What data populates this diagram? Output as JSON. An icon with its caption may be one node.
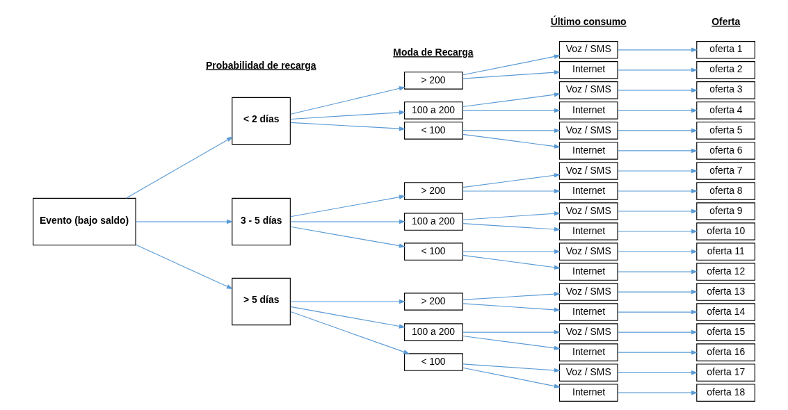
{
  "diagram": {
    "nodes": [
      {
        "text": [
          "Evento (bajo saldo)"
        ]
      },
      {
        "text": [
          "< 2 días"
        ]
      },
      {
        "text": [
          "3 - 5 días"
        ]
      },
      {
        "text": [
          "> 5 días"
        ]
      },
      {
        "text": [
          "> 200"
        ]
      },
      {
        "text": [
          "100 a 200"
        ]
      },
      {
        "text": [
          "< 100"
        ]
      },
      {
        "text": [
          "> 200"
        ]
      },
      {
        "text": [
          "100 a 200"
        ]
      },
      {
        "text": [
          "< 100"
        ]
      },
      {
        "text": [
          "> 200"
        ]
      },
      {
        "text": [
          "100 a 200"
        ]
      },
      {
        "text": [
          "< 100"
        ]
      },
      {
        "text": [
          "Voz / SMS"
        ]
      },
      {
        "text": [
          "Internet"
        ]
      },
      {
        "text": [
          "Voz / SMS"
        ]
      },
      {
        "text": [
          "Internet"
        ]
      },
      {
        "text": [
          "Voz / SMS"
        ]
      },
      {
        "text": [
          "Internet"
        ]
      },
      {
        "text": [
          "Voz / SMS"
        ]
      },
      {
        "text": [
          "Internet"
        ]
      },
      {
        "text": [
          "Voz / SMS"
        ]
      },
      {
        "text": [
          "Internet"
        ]
      },
      {
        "text": [
          "Voz / SMS"
        ]
      },
      {
        "text": [
          "Internet"
        ]
      },
      {
        "text": [
          "Voz / SMS"
        ]
      },
      {
        "text": [
          "Internet"
        ]
      },
      {
        "text": [
          "Voz / SMS"
        ]
      },
      {
        "text": [
          "Internet"
        ]
      },
      {
        "text": [
          "Voz / SMS"
        ]
      },
      {
        "text": [
          "Internet"
        ]
      },
      {
        "text": [
          "oferta 1"
        ]
      },
      {
        "text": [
          "oferta 2"
        ]
      },
      {
        "text": [
          "oferta 3"
        ]
      },
      {
        "text": [
          "oferta 4"
        ]
      },
      {
        "text": [
          "oferta 5"
        ]
      },
      {
        "text": [
          "oferta 6"
        ]
      },
      {
        "text": [
          "oferta 7"
        ]
      },
      {
        "text": [
          "oferta 8"
        ]
      },
      {
        "text": [
          "oferta 9"
        ]
      },
      {
        "text": [
          "oferta 10"
        ]
      },
      {
        "text": [
          "oferta 11"
        ]
      },
      {
        "text": [
          "oferta 12"
        ]
      },
      {
        "text": [
          "oferta 13"
        ]
      },
      {
        "text": [
          "oferta 14"
        ]
      },
      {
        "text": [
          "oferta 15"
        ]
      },
      {
        "text": [
          "oferta 16"
        ]
      },
      {
        "text": [
          "oferta 17"
        ]
      },
      {
        "text": [
          "oferta 18"
        ]
      }
    ],
    "edges": [
      {
        "from": 0,
        "to": 1,
        "arrow": "to"
      },
      {
        "from": 0,
        "to": 2,
        "arrow": "to"
      },
      {
        "from": 0,
        "to": 3,
        "arrow": "to"
      },
      {
        "from": 1,
        "to": 4,
        "arrow": "to"
      },
      {
        "from": 1,
        "to": 5,
        "arrow": "to"
      },
      {
        "from": 1,
        "to": 6,
        "arrow": "to"
      },
      {
        "from": 2,
        "to": 7,
        "arrow": "to"
      },
      {
        "from": 2,
        "to": 8,
        "arrow": "to"
      },
      {
        "from": 2,
        "to": 9,
        "arrow": "to"
      },
      {
        "from": 3,
        "to": 10,
        "arrow": "to"
      },
      {
        "from": 3,
        "to": 11,
        "arrow": "to"
      },
      {
        "from": 3,
        "to": 12,
        "arrow": "to"
      },
      {
        "from": 4,
        "to": 13,
        "arrow": "to"
      },
      {
        "from": 4,
        "to": 14,
        "arrow": "to"
      },
      {
        "from": 5,
        "to": 15,
        "arrow": "to"
      },
      {
        "from": 5,
        "to": 16,
        "arrow": "to"
      },
      {
        "from": 6,
        "to": 17,
        "arrow": "to"
      },
      {
        "from": 6,
        "to": 18,
        "arrow": "to"
      },
      {
        "from": 7,
        "to": 19,
        "arrow": "to"
      },
      {
        "from": 7,
        "to": 20,
        "arrow": "to"
      },
      {
        "from": 8,
        "to": 21,
        "arrow": "to"
      },
      {
        "from": 8,
        "to": 22,
        "arrow": "to"
      },
      {
        "from": 9,
        "to": 23,
        "arrow": "to"
      },
      {
        "from": 9,
        "to": 24,
        "arrow": "to"
      },
      {
        "from": 10,
        "to": 25,
        "arrow": "to"
      },
      {
        "from": 10,
        "to": 26,
        "arrow": "to"
      },
      {
        "from": 11,
        "to": 27,
        "arrow": "to"
      },
      {
        "from": 11,
        "to": 28,
        "arrow": "to"
      },
      {
        "from": 12,
        "to": 29,
        "arrow": "to"
      },
      {
        "from": 12,
        "to": 30,
        "arrow": "to"
      },
      {
        "from": 13,
        "to": 31,
        "arrow": "to"
      },
      {
        "from": 14,
        "to": 32,
        "arrow": "to"
      },
      {
        "from": 15,
        "to": 33,
        "arrow": "to"
      },
      {
        "from": 16,
        "to": 34,
        "arrow": "to"
      },
      {
        "from": 17,
        "to": 35,
        "arrow": "to"
      },
      {
        "from": 18,
        "to": 36,
        "arrow": "to"
      },
      {
        "from": 19,
        "to": 37,
        "arrow": "to"
      },
      {
        "from": 20,
        "to": 38,
        "arrow": "to"
      },
      {
        "from": 21,
        "to": 39,
        "arrow": "to"
      },
      {
        "from": 22,
        "to": 40,
        "arrow": "to"
      },
      {
        "from": 23,
        "to": 41,
        "arrow": "to"
      },
      {
        "from": 24,
        "to": 42,
        "arrow": "to"
      },
      {
        "from": 25,
        "to": 43,
        "arrow": "to"
      },
      {
        "from": 26,
        "to": 44,
        "arrow": "to"
      },
      {
        "from": 27,
        "to": 45,
        "arrow": "to"
      },
      {
        "from": 28,
        "to": 46,
        "arrow": "to"
      },
      {
        "from": 29,
        "to": 47,
        "arrow": "to"
      },
      {
        "from": 30,
        "to": 48,
        "arrow": "to"
      }
    ],
    "labels": [
      "Probabilidad de recarga",
      "Moda de Recarga",
      "Último consumo",
      "Oferta"
    ]
  }
}
